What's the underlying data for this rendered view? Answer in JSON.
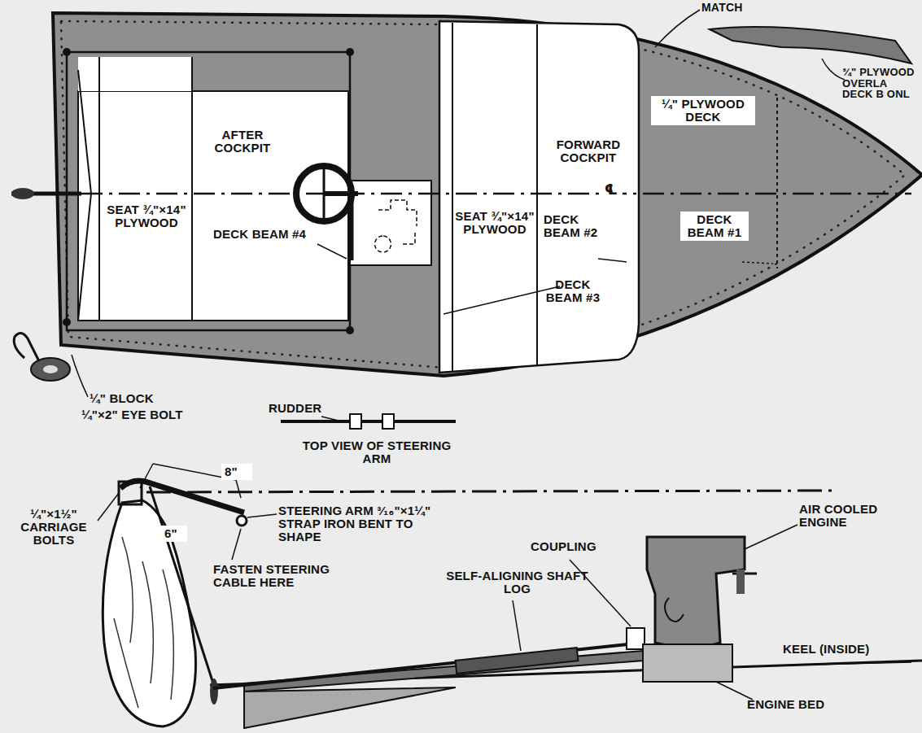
{
  "diagram": {
    "labels": [
      "MATCH",
      "¾\" PLYWOOD OVERLA DECK B ONL",
      "¼\" PLYWOOD DECK",
      "AFTER COCKPIT",
      "FORWARD COCKPIT",
      "SEAT ¾\"×14\" PLYWOOD",
      "DECK BEAM #4",
      "SEAT ¾\"×14\" PLYWOOD",
      "DECK BEAM #2",
      "℄",
      "DECK BEAM #1",
      "DECK BEAM #3",
      "¼\" BLOCK",
      "¼\"×2\" EYE BOLT",
      "RUDDER",
      "TOP VIEW OF STEERING ARM",
      "8\"",
      "¼\"×1½\" CARRIAGE BOLTS",
      "6\"",
      "STEERING ARM ³⁄₁₆\"×1¼\" STRAP IRON BENT TO SHAPE",
      "FASTEN STEERING CABLE HERE",
      "COUPLING",
      "AIR COOLED ENGINE",
      "SELF-ALIGNING SHAFT LOG",
      "KEEL (INSIDE)",
      "ENGINE BED"
    ]
  }
}
